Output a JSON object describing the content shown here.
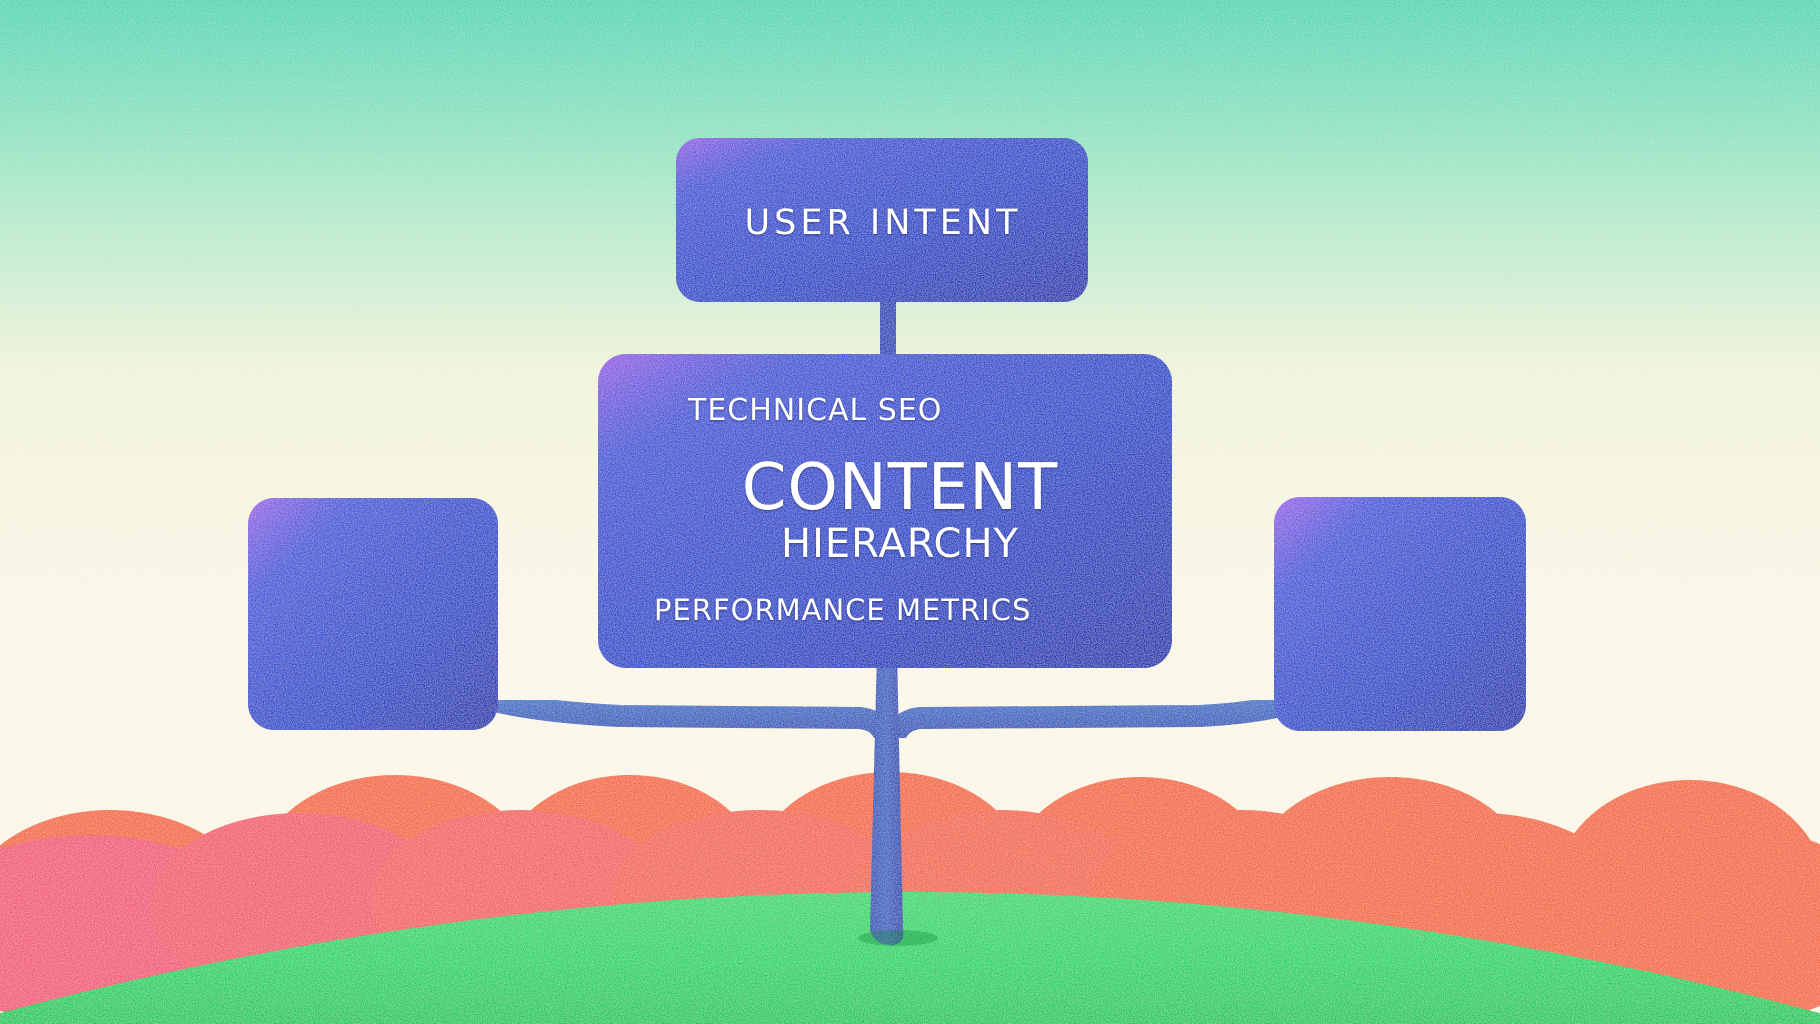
{
  "diagram": {
    "nodes": {
      "top": {
        "label": "USER INTENT"
      },
      "center": {
        "line1": "TECHNICAL SEO",
        "line2": "CONTENT",
        "line3": "HIERARCHY",
        "line4": "PERFORMANCE METRICS"
      },
      "left": {
        "label": ""
      },
      "right": {
        "label": ""
      }
    }
  },
  "colors": {
    "sky_top": "#4fd6b4",
    "sky_bottom": "#fbf6e6",
    "box_blue": "#1f3ab8",
    "box_purple_tint": "#a45ae8",
    "stem_blue": "#2a55b8",
    "hill_orange": "#f46a3f",
    "hill_pink": "#f2577e",
    "ground_green": "#1fd668"
  }
}
